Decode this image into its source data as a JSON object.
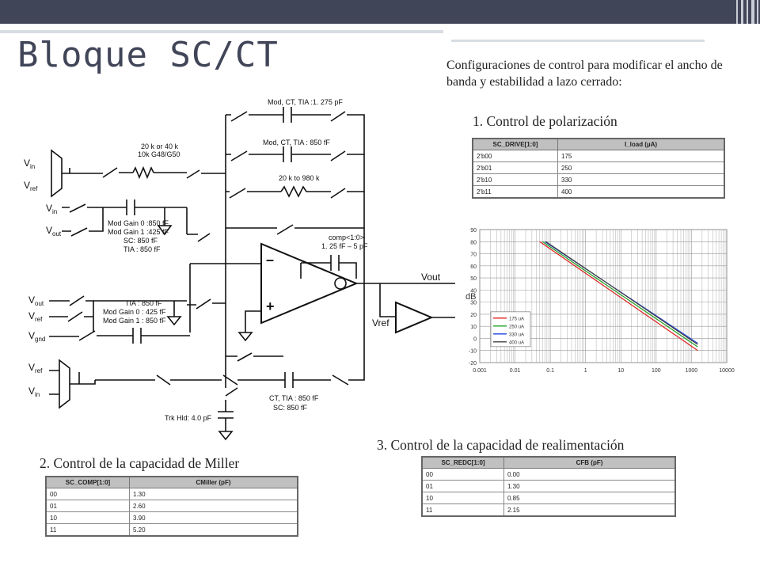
{
  "slide": {
    "title": "Bloque SC/CT",
    "intro": "Configuraciones de control para modificar el ancho de banda y estabilidad a lazo cerrado:",
    "colors": {
      "topbar": "#414558",
      "title": "#414558"
    }
  },
  "section1": {
    "heading": "1. Control de polarización",
    "table": {
      "headers": [
        "SC_DRIVE[1:0]",
        "I_load (µA)"
      ],
      "rows": [
        [
          "2'b00",
          "175"
        ],
        [
          "2'b01",
          "250"
        ],
        [
          "2'b10",
          "330"
        ],
        [
          "2'b11",
          "400"
        ]
      ]
    }
  },
  "section2": {
    "heading": "2. Control de la capacidad de Miller",
    "table": {
      "headers": [
        "SC_COMP[1:0]",
        "CMiller (pF)"
      ],
      "rows": [
        [
          "00",
          "1.30"
        ],
        [
          "01",
          "2.60"
        ],
        [
          "10",
          "3.90"
        ],
        [
          "11",
          "5.20"
        ]
      ]
    }
  },
  "section3": {
    "heading": "3. Control de la capacidad de realimentación",
    "table": {
      "headers": [
        "SC_REDC[1:0]",
        "CFB (pF)"
      ],
      "rows": [
        [
          "00",
          "0.00"
        ],
        [
          "01",
          "1.30"
        ],
        [
          "10",
          "0.85"
        ],
        [
          "11",
          "2.15"
        ]
      ]
    }
  },
  "circuit": {
    "vin1": "V",
    "vin1_sub": "in",
    "vref1": "V",
    "vref1_sub": "ref",
    "vin2": "V",
    "vin2_sub": "in",
    "vout_in": "V",
    "vout_in_sub": "out",
    "cap_top1": "Mod, CT, TIA :1. 275 pF",
    "cap_top2": "Mod, CT, TIA : 850 fF",
    "res_top": "20 k to 980 k",
    "res_left1": "20 k or 40 k",
    "res_left2": "10k G48/G50",
    "mod_a1": "Mod Gain 0 :850 fF",
    "mod_a2": "Mod Gain 1 :425 fF",
    "mod_a3": "SC: 850 fF",
    "mod_a4": "TIA : 850 fF",
    "comp1": "comp<1:0>",
    "comp2": "1. 25 fF – 5 pF",
    "vout": "Vout",
    "vref_buf": "Vref",
    "vout2": "V",
    "vout2_sub": "out",
    "vref2": "V",
    "vref2_sub": "ref",
    "vgnd": "V",
    "vgnd_sub": "gnd",
    "mod_b1": "TIA : 850 fF",
    "mod_b2": "Mod Gain 0 : 425 fF",
    "mod_b3": "Mod Gain 1 : 850 fF",
    "vref3": "V",
    "vref3_sub": "ref",
    "vin3": "V",
    "vin3_sub": "in",
    "ct1": "CT, TIA : 850 fF",
    "ct2": "SC: 850 fF",
    "trk": "Trk Hld: 4.0 pF"
  },
  "chart_data": {
    "type": "line",
    "title": "",
    "xlabel": "",
    "ylabel": "dB",
    "x_scale": "log",
    "xlim": [
      0.001,
      10000
    ],
    "ylim": [
      -20,
      90
    ],
    "yticks": [
      -20,
      -10,
      0,
      10,
      20,
      30,
      40,
      50,
      60,
      70,
      80,
      90
    ],
    "xticks": [
      "0.001",
      "0.01",
      "0.1",
      "1",
      "10",
      "100",
      "1000",
      "10000"
    ],
    "grid": true,
    "legend_position": "bottom-left",
    "series": [
      {
        "name": "175 uA",
        "color": "#e02020",
        "x": [
          0.05,
          1500
        ],
        "y": [
          80,
          -10
        ]
      },
      {
        "name": "250 uA",
        "color": "#20a020",
        "x": [
          0.06,
          1500
        ],
        "y": [
          80,
          -7
        ]
      },
      {
        "name": "330 uA",
        "color": "#2040e0",
        "x": [
          0.07,
          1500
        ],
        "y": [
          80,
          -4
        ]
      },
      {
        "name": "400 uA",
        "color": "#404040",
        "x": [
          0.075,
          1500
        ],
        "y": [
          80,
          -5
        ]
      }
    ]
  }
}
